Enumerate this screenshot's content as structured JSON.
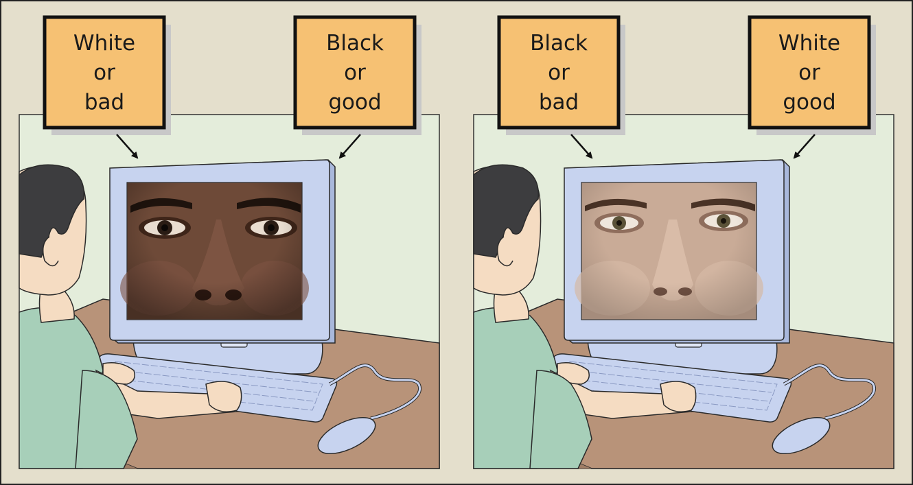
{
  "panels": [
    {
      "id": "left",
      "left_label": [
        "White",
        "or",
        "bad"
      ],
      "right_label": [
        "Black",
        "or",
        "good"
      ],
      "face": {
        "skin": "#6e4a38",
        "skin_dark": "#3e2519",
        "brow": "#1e130d",
        "iris": "#2a1c14"
      }
    },
    {
      "id": "right",
      "left_label": [
        "Black",
        "or",
        "bad"
      ],
      "right_label": [
        "White",
        "or",
        "good"
      ],
      "face": {
        "skin": "#c9ab97",
        "skin_dark": "#8f6e5d",
        "brow": "#4a3326",
        "iris": "#5b5238"
      }
    }
  ],
  "colors": {
    "background": "#e4dfcc",
    "panel_wall": "#e4eddb",
    "label_box": "#f6c173",
    "desk": "#b89379",
    "shirt": "#a7cfb9",
    "hair": "#3d3d3f",
    "skin": "#f5dcc2",
    "monitor": "#c7d3ef"
  }
}
